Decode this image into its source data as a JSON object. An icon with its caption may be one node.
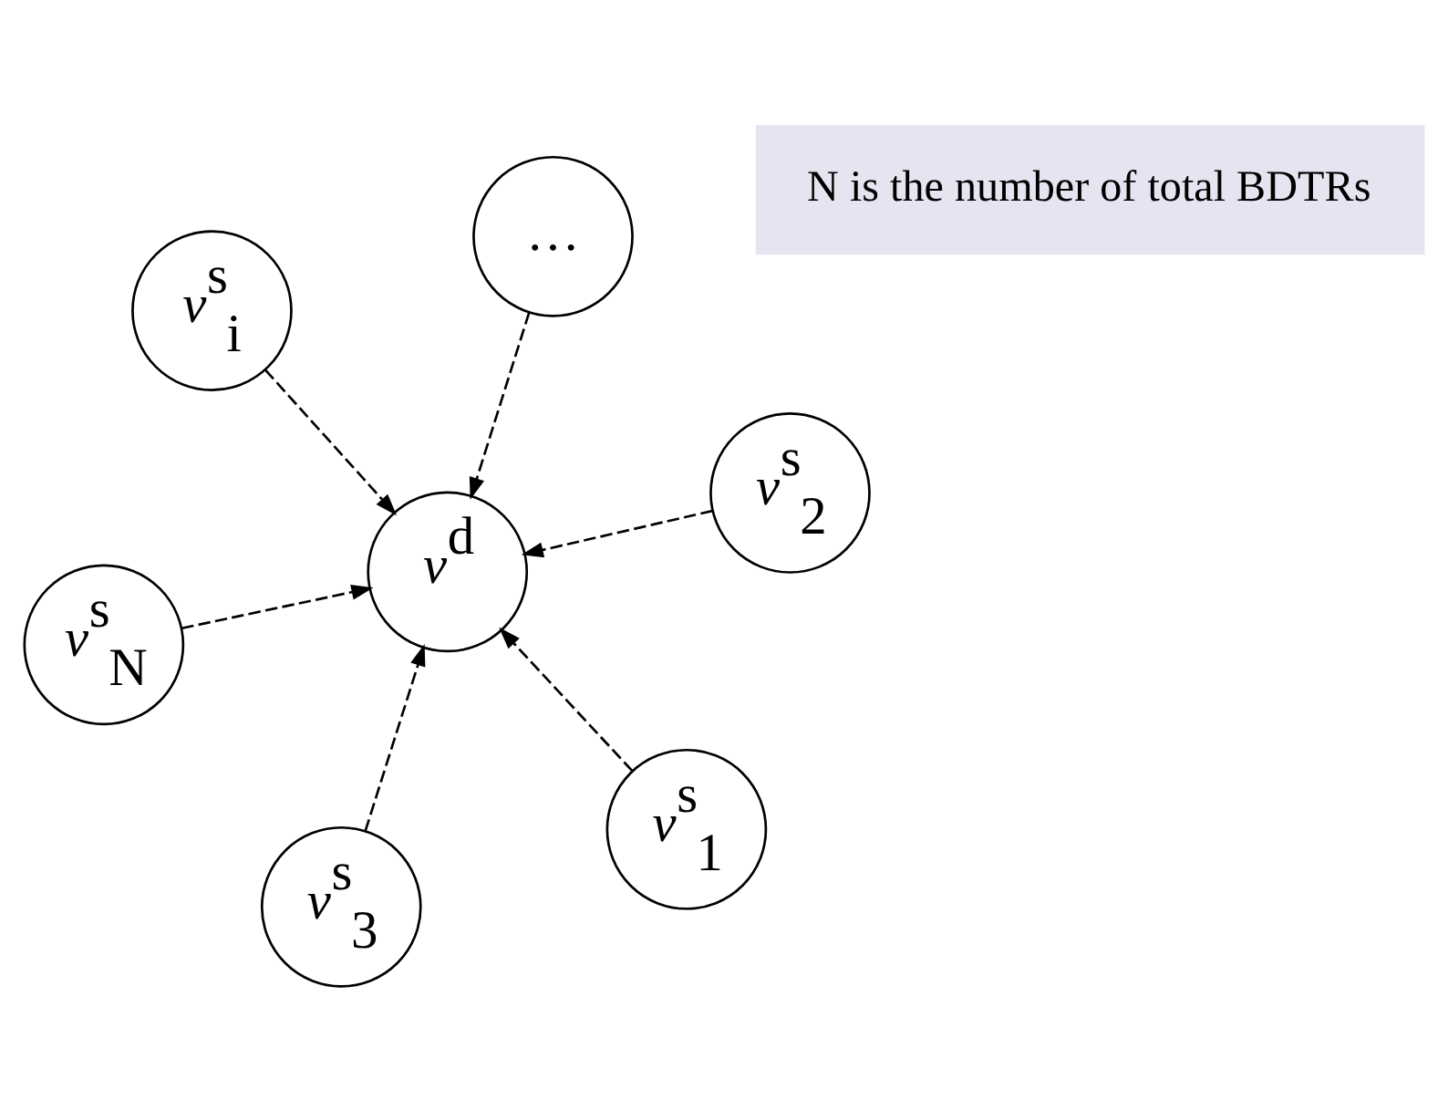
{
  "diagram": {
    "nodes": [
      {
        "text": [
          "*v*$^{s}$$_{N}$"
        ]
      },
      {
        "text": [
          "N is the number of total BDTRs"
        ]
      },
      {
        "text": [
          "*v*$^{s}$$_{1}$"
        ]
      },
      {
        "text": [
          "*v*$^{d}$"
        ]
      },
      {
        "text": [
          "*v*$^{s}$$_{i}$"
        ]
      },
      {
        "text": [
          "*v*$^{s}$$_{2}$"
        ]
      },
      {
        "text": [
          "…"
        ]
      },
      {
        "text": [
          "*v*$^{s}$$_{3}$"
        ]
      }
    ],
    "edges": [
      {
        "from": 0,
        "to": 3,
        "arrow": "to",
        "style": "dashed"
      },
      {
        "from": 2,
        "to": 3,
        "arrow": "to",
        "style": "dashed"
      },
      {
        "from": 4,
        "to": 3,
        "arrow": "to",
        "style": "dashed"
      },
      {
        "from": 5,
        "to": 3,
        "arrow": "to",
        "style": "dashed"
      },
      {
        "from": 6,
        "to": 3,
        "arrow": "to",
        "style": "dashed"
      },
      {
        "from": 7,
        "to": 3,
        "arrow": "to",
        "style": "dashed"
      }
    ]
  }
}
